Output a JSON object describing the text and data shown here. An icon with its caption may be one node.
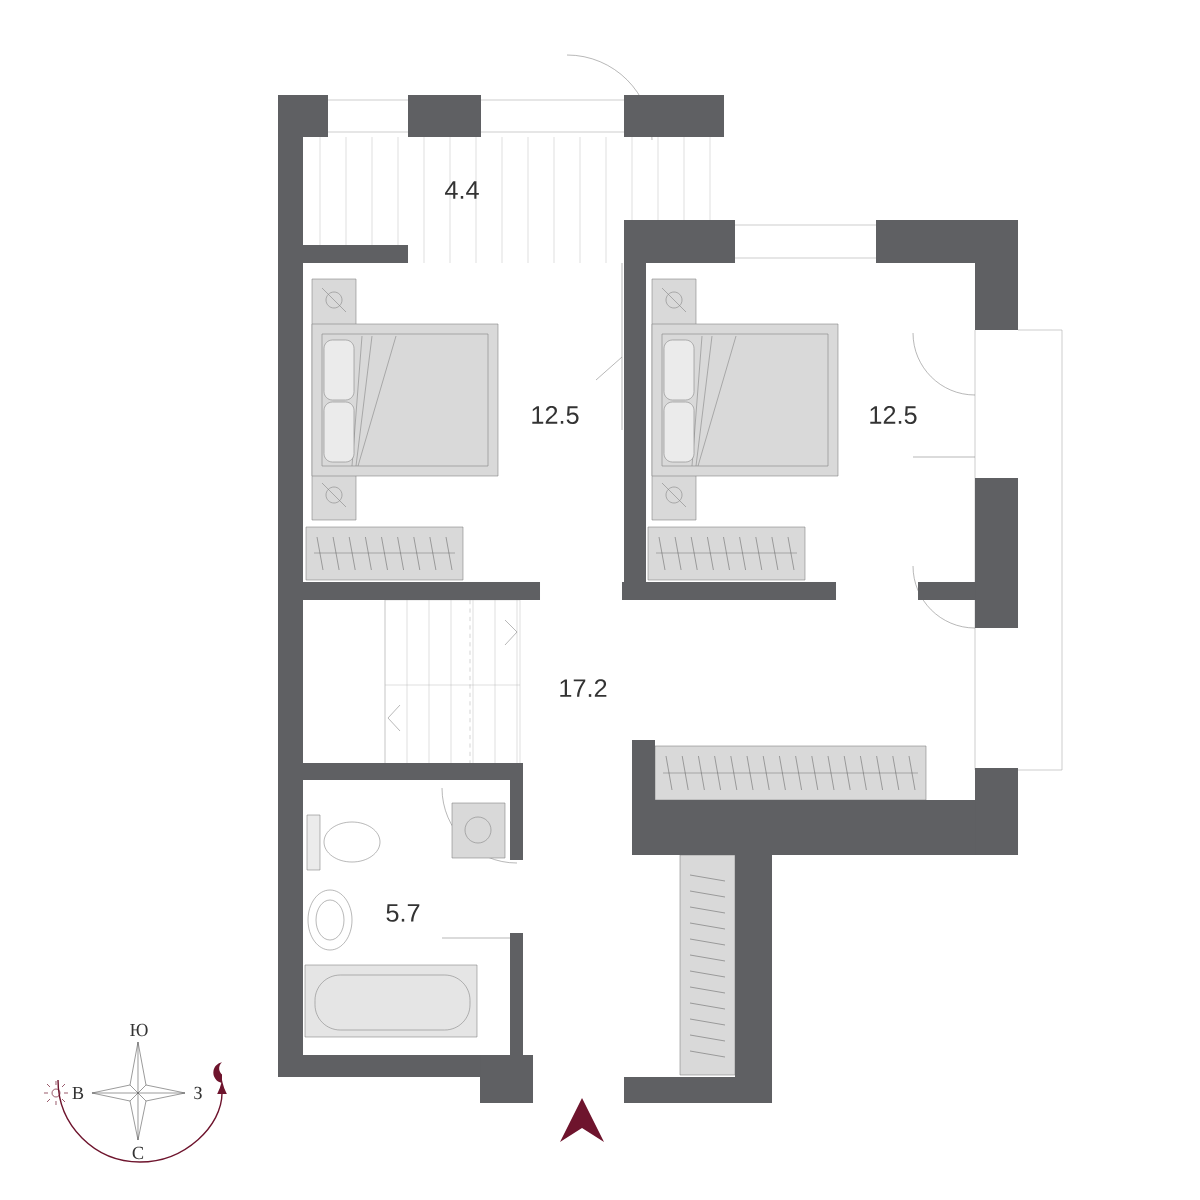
{
  "diagram": {
    "labels": [
      "4.4",
      "12.5",
      "12.5",
      "17.2",
      "5.7",
      "Ю",
      "В",
      "З",
      "С"
    ]
  }
}
